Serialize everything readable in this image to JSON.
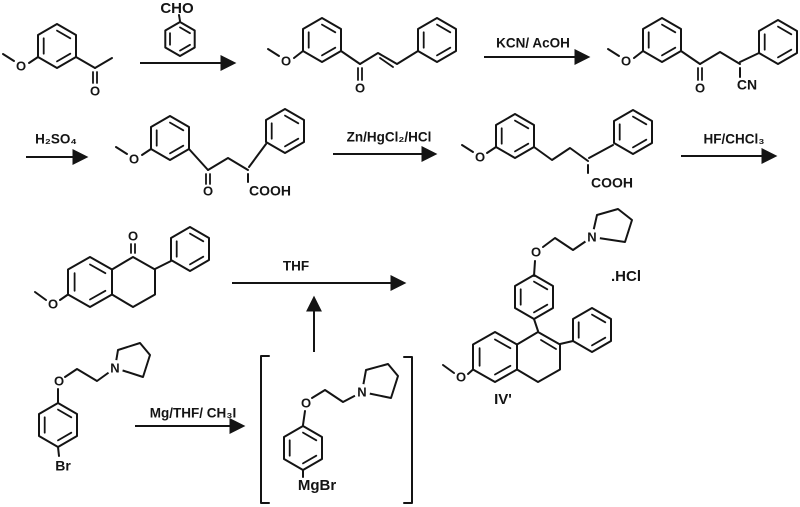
{
  "scheme": {
    "background": "#ffffff",
    "ink_color": "#141414",
    "reagents": {
      "step2": "KCN/ AcOH",
      "step3": "H₂SO₄",
      "step4": "Zn/HgCl₂/HCl",
      "step5": "HF/CHCl₃",
      "step6": "THF",
      "step7": "Mg/THF/ CH₃I"
    },
    "atoms": {
      "oxygen": "O",
      "nitrogen": "N",
      "aldehyde": "CHO",
      "nitrile": "CN",
      "carboxyl": "COOH",
      "bromide": "Br",
      "grignard": "MgBr"
    },
    "labels": {
      "salt": ".HCl",
      "product_id": "IV'"
    }
  }
}
